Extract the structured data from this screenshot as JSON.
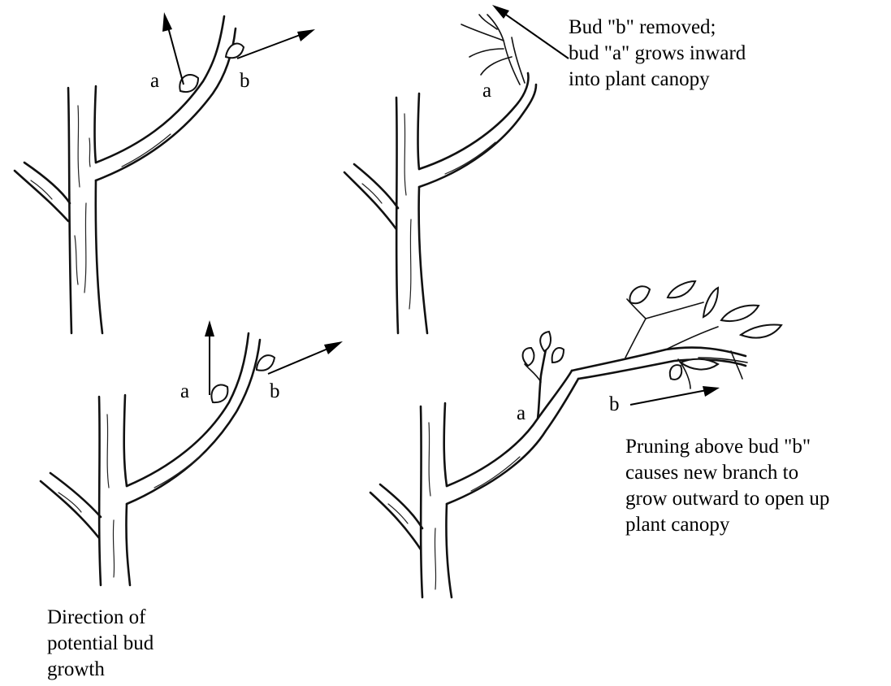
{
  "panels": [
    {
      "id": "top-left",
      "bud_a_label": "a",
      "bud_b_label": "b"
    },
    {
      "id": "top-right",
      "bud_a_label": "a",
      "caption_lines": [
        "Bud \"b\" removed;",
        "bud \"a\" grows inward",
        "into plant canopy"
      ]
    },
    {
      "id": "bottom-left",
      "bud_a_label": "a",
      "bud_b_label": "b",
      "caption_lines": [
        "Direction of",
        "potential bud",
        "growth"
      ]
    },
    {
      "id": "bottom-right",
      "bud_a_label": "a",
      "bud_b_label": "b",
      "caption_lines": [
        "Pruning above bud \"b\"",
        "causes new branch to",
        "grow outward to open up",
        "plant canopy"
      ]
    }
  ]
}
